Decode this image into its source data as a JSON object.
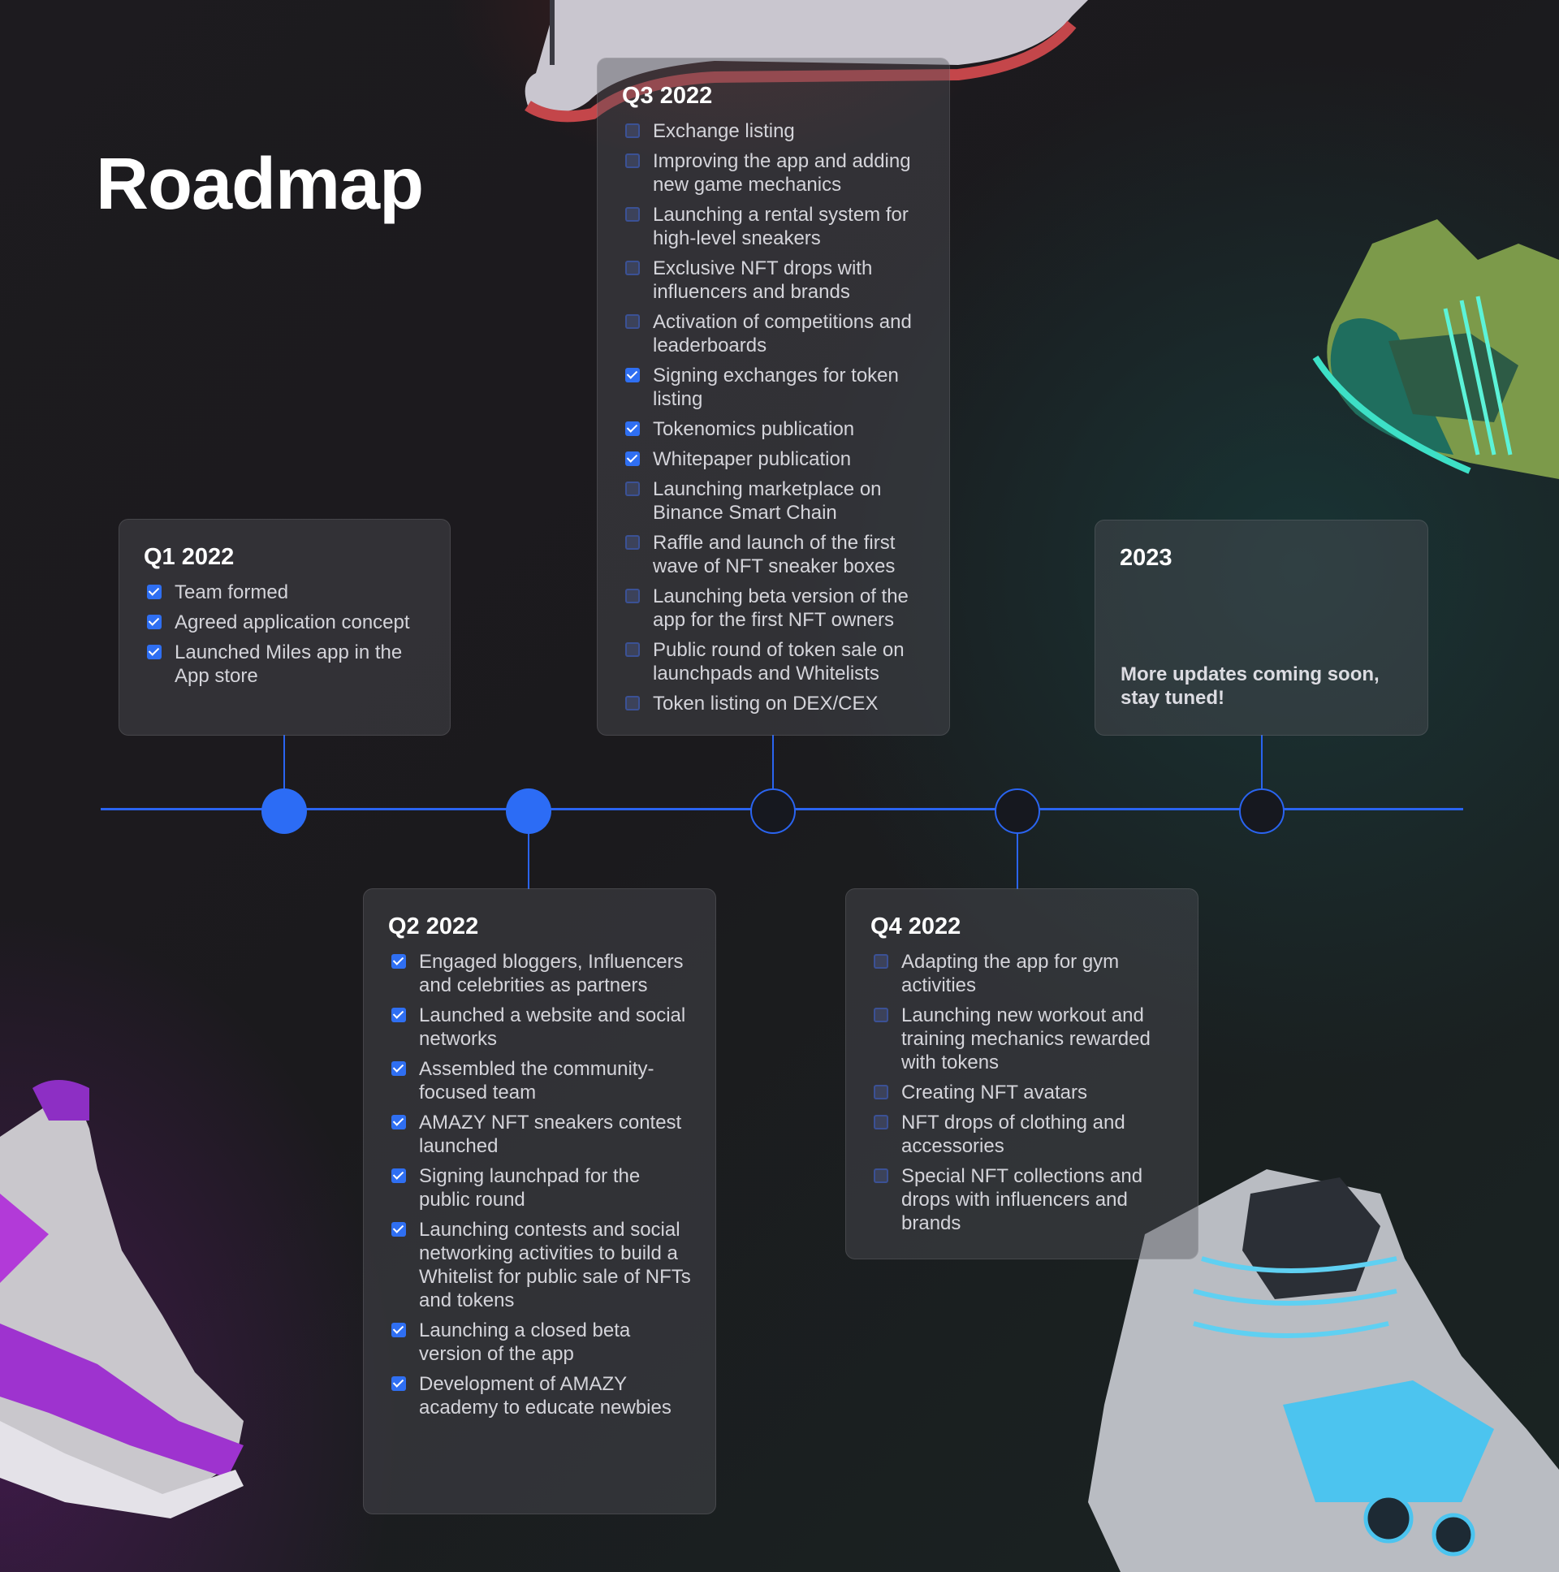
{
  "title": "Roadmap",
  "colors": {
    "accent": "#2c6cf5",
    "card_bg": "rgba(80,80,88,0.42)",
    "background": "#1c1b1e"
  },
  "milestones": [
    {
      "label": "Q1 2022",
      "completed": true,
      "items": [
        {
          "text": "Team formed",
          "checked": true
        },
        {
          "text": "Agreed application concept",
          "checked": true
        },
        {
          "text": "Launched Miles app in the App store",
          "checked": true
        }
      ]
    },
    {
      "label": "Q2 2022",
      "completed": true,
      "items": [
        {
          "text": "Engaged bloggers, Influencers and celebrities as partners",
          "checked": true
        },
        {
          "text": "Launched a website and social networks",
          "checked": true
        },
        {
          "text": "Assembled the community-focused team",
          "checked": true
        },
        {
          "text": "AMAZY NFT sneakers contest launched",
          "checked": true
        },
        {
          "text": "Signing launchpad for the public round",
          "checked": true
        },
        {
          "text": "Launching contests and social networking activities to build a Whitelist for public sale of NFTs and tokens",
          "checked": true
        },
        {
          "text": "Launching a closed beta version of the app",
          "checked": true
        },
        {
          "text": "Development of AMAZY academy to educate newbies",
          "checked": true
        }
      ]
    },
    {
      "label": "Q3 2022",
      "completed": false,
      "items": [
        {
          "text": "Exchange listing",
          "checked": false
        },
        {
          "text": "Improving the app and adding new game mechanics",
          "checked": false
        },
        {
          "text": "Launching a rental system for high-level sneakers",
          "checked": false
        },
        {
          "text": "Exclusive NFT drops with influencers and brands",
          "checked": false
        },
        {
          "text": "Activation of competitions and leaderboards",
          "checked": false
        },
        {
          "text": "Signing exchanges for token listing",
          "checked": true
        },
        {
          "text": "Tokenomics publication",
          "checked": true
        },
        {
          "text": "Whitepaper publication",
          "checked": true
        },
        {
          "text": "Launching marketplace on Binance Smart Chain",
          "checked": false
        },
        {
          "text": "Raffle and launch of the first wave of NFT sneaker boxes",
          "checked": false
        },
        {
          "text": "Launching beta version of the app for the first NFT owners",
          "checked": false
        },
        {
          "text": "Public round of token sale on launchpads and Whitelists",
          "checked": false
        },
        {
          "text": "Token listing on DEX/CEX",
          "checked": false
        }
      ]
    },
    {
      "label": "Q4 2022",
      "completed": false,
      "items": [
        {
          "text": "Adapting the app for gym activities",
          "checked": false
        },
        {
          "text": "Launching new workout and training mechanics rewarded with tokens",
          "checked": false
        },
        {
          "text": "Creating NFT avatars",
          "checked": false
        },
        {
          "text": "NFT drops of clothing and accessories",
          "checked": false
        },
        {
          "text": "Special NFT collections and drops with influencers and brands",
          "checked": false
        }
      ]
    },
    {
      "label": "2023",
      "completed": false,
      "note": "More updates coming soon, stay tuned!"
    }
  ]
}
